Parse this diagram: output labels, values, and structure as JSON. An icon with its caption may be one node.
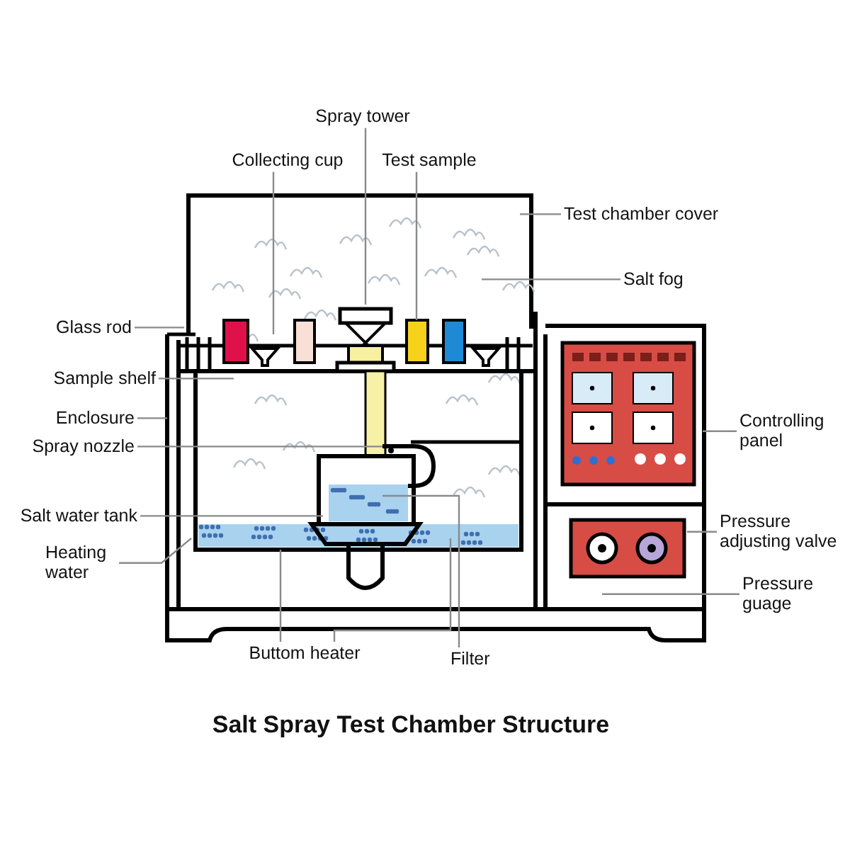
{
  "diagram": {
    "title": "Salt Spray Test Chamber Structure",
    "nodes": [
      {
        "text": [
          "Spray tower"
        ]
      },
      {
        "text": [
          "Collecting cup"
        ]
      },
      {
        "text": [
          "Test sample"
        ]
      },
      {
        "text": [
          "Test chamber cover"
        ]
      },
      {
        "text": [
          "Salt fog"
        ]
      },
      {
        "text": [
          "Glass rod"
        ]
      },
      {
        "text": [
          "Sample shelf"
        ]
      },
      {
        "text": [
          "Enclosure"
        ]
      },
      {
        "text": [
          "Spray nozzle"
        ]
      },
      {
        "text": [
          "Salt water tank"
        ]
      },
      {
        "text": [
          "Heating water"
        ]
      },
      {
        "text": [
          "Controlling panel"
        ]
      },
      {
        "text": [
          "Pressure adjusting valve"
        ]
      },
      {
        "text": [
          "Pressure guage"
        ]
      },
      {
        "text": [
          "Buttom heater"
        ]
      },
      {
        "text": [
          "Filter"
        ]
      }
    ],
    "edges": [
      {
        "from": 0,
        "to": null,
        "arrow": "none"
      },
      {
        "from": 1,
        "to": null,
        "arrow": "none"
      },
      {
        "from": 2,
        "to": null,
        "arrow": "none"
      },
      {
        "from": 3,
        "to": null,
        "arrow": "none"
      },
      {
        "from": 4,
        "to": null,
        "arrow": "none"
      },
      {
        "from": 5,
        "to": null,
        "arrow": "none"
      },
      {
        "from": 6,
        "to": null,
        "arrow": "none"
      },
      {
        "from": 7,
        "to": null,
        "arrow": "none"
      },
      {
        "from": 8,
        "to": null,
        "arrow": "none"
      },
      {
        "from": 9,
        "to": null,
        "arrow": "none"
      },
      {
        "from": 10,
        "to": null,
        "arrow": "none"
      },
      {
        "from": 11,
        "to": null,
        "arrow": "none"
      },
      {
        "from": 12,
        "to": null,
        "arrow": "none"
      },
      {
        "from": 13,
        "to": null,
        "arrow": "none"
      },
      {
        "from": 14,
        "to": null,
        "arrow": "none"
      },
      {
        "from": 14,
        "to": null,
        "arrow": "none"
      },
      {
        "from": 15,
        "to": null,
        "arrow": "none"
      }
    ]
  }
}
